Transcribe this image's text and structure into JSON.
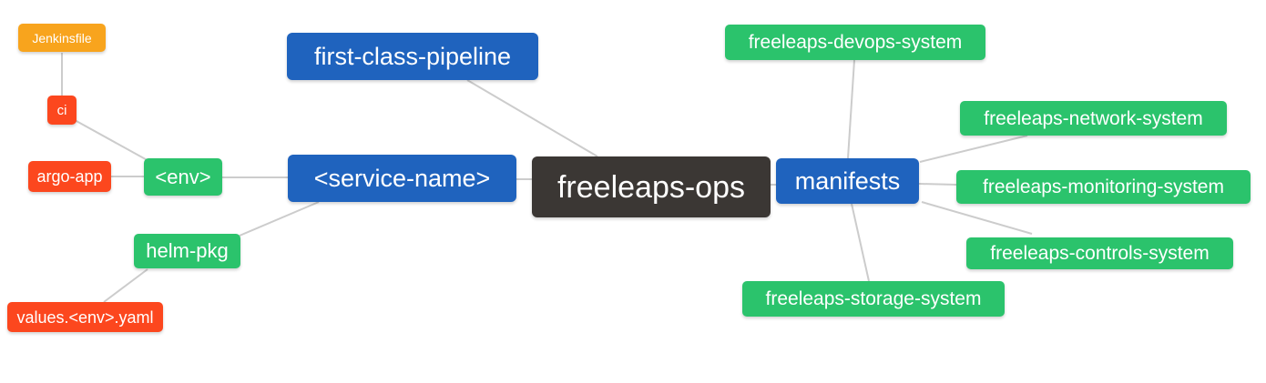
{
  "diagram": {
    "type": "mindmap",
    "background_color": "#ffffff",
    "edge_color": "#cccccc",
    "palette": {
      "blue": "#1f63be",
      "green": "#2bc36c",
      "red": "#fc471e",
      "amber": "#f8a41d",
      "dark": "#3b3734",
      "text": "#ffffff"
    },
    "nodes": [
      {
        "id": "freeleaps-ops",
        "label": "freeleaps-ops",
        "color": "dark"
      },
      {
        "id": "first-class-pipeline",
        "label": "first-class-pipeline",
        "color": "blue"
      },
      {
        "id": "service-name",
        "label": "<service-name>",
        "color": "blue"
      },
      {
        "id": "manifests",
        "label": "manifests",
        "color": "blue"
      },
      {
        "id": "env",
        "label": "<env>",
        "color": "green"
      },
      {
        "id": "helm-pkg",
        "label": "helm-pkg",
        "color": "green"
      },
      {
        "id": "ci",
        "label": "ci",
        "color": "red"
      },
      {
        "id": "argo-app",
        "label": "argo-app",
        "color": "red"
      },
      {
        "id": "values-env-yaml",
        "label": "values.<env>.yaml",
        "color": "red"
      },
      {
        "id": "jenkinsfile",
        "label": "Jenkinsfile",
        "color": "amber"
      },
      {
        "id": "freeleaps-devops-system",
        "label": "freeleaps-devops-system",
        "color": "green"
      },
      {
        "id": "freeleaps-network-system",
        "label": "freeleaps-network-system",
        "color": "green"
      },
      {
        "id": "freeleaps-monitoring-system",
        "label": "freeleaps-monitoring-system",
        "color": "green"
      },
      {
        "id": "freeleaps-controls-system",
        "label": "freeleaps-controls-system",
        "color": "green"
      },
      {
        "id": "freeleaps-storage-system",
        "label": "freeleaps-storage-system",
        "color": "green"
      }
    ],
    "edges": [
      {
        "from": "jenkinsfile",
        "to": "ci"
      },
      {
        "from": "ci",
        "to": "env"
      },
      {
        "from": "argo-app",
        "to": "env"
      },
      {
        "from": "env",
        "to": "service-name"
      },
      {
        "from": "service-name",
        "to": "helm-pkg"
      },
      {
        "from": "helm-pkg",
        "to": "values-env-yaml"
      },
      {
        "from": "service-name",
        "to": "freeleaps-ops"
      },
      {
        "from": "first-class-pipeline",
        "to": "freeleaps-ops"
      },
      {
        "from": "freeleaps-ops",
        "to": "manifests"
      },
      {
        "from": "manifests",
        "to": "freeleaps-devops-system"
      },
      {
        "from": "manifests",
        "to": "freeleaps-network-system"
      },
      {
        "from": "manifests",
        "to": "freeleaps-monitoring-system"
      },
      {
        "from": "manifests",
        "to": "freeleaps-controls-system"
      },
      {
        "from": "manifests",
        "to": "freeleaps-storage-system"
      }
    ]
  }
}
